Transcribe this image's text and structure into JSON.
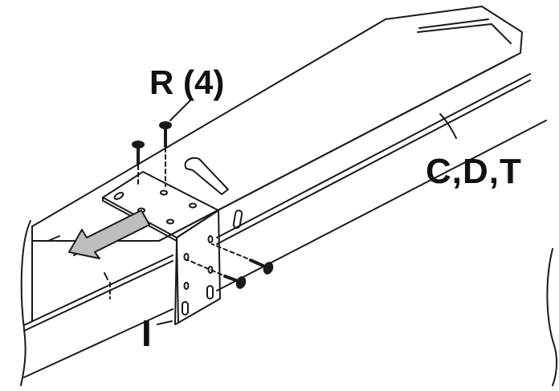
{
  "labels": {
    "screws": "R (4)",
    "rail": "C,D,T",
    "bracket": "I"
  },
  "colors": {
    "line": "#1a1a1a",
    "arrow_fill": "#bdbdbd",
    "background": "#ffffff"
  },
  "icons": {
    "arrow": "direction-arrow-icon",
    "screw": "screw-icon"
  }
}
